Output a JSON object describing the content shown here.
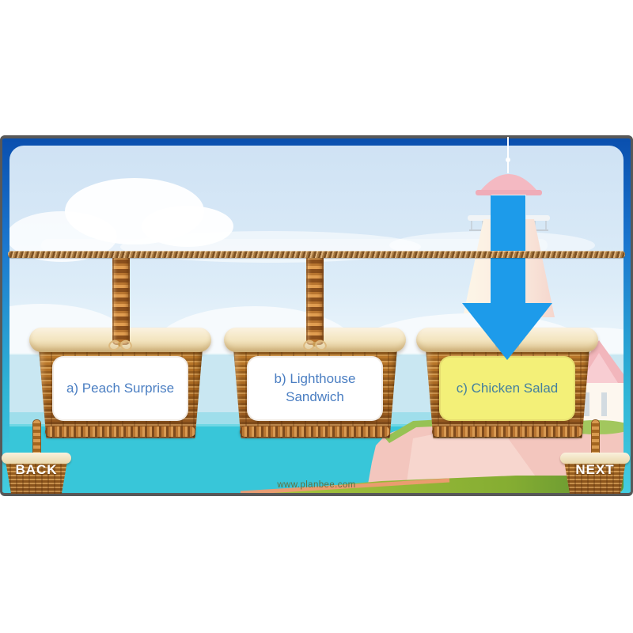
{
  "slide": {
    "question": {
      "options": [
        {
          "key": "a",
          "label": "a) Peach Surprise",
          "card_color": "#ffffff",
          "selected": false
        },
        {
          "key": "b",
          "label": "b) Lighthouse Sandwich",
          "card_color": "#ffffff",
          "selected": false
        },
        {
          "key": "c",
          "label": "c) Chicken Salad",
          "card_color": "#f3f078",
          "selected": true
        }
      ],
      "text_color": "#4a7ec2",
      "selection_arrow": {
        "icon": "down-arrow-icon",
        "color": "#1d9bea",
        "points_to": "c"
      }
    },
    "nav": {
      "back_label": "BACK",
      "next_label": "NEXT"
    },
    "footer": {
      "website": "www.planbee.com"
    },
    "scene_colors": {
      "frame_border": "#585858",
      "frame_blue_top": "#0a4fae",
      "frame_blue_bottom": "#43cde0",
      "sky": "#cfe2f4",
      "sea_light": "#c9e7f2",
      "sea_teal": "#38c6d9",
      "cliff_pink": "#f3c6be",
      "grass_green": "#8fbf4e",
      "basket_brown": "#a4651f",
      "basket_rim_cream": "#f3e5c0",
      "rope_brown": "#a87a42"
    }
  }
}
